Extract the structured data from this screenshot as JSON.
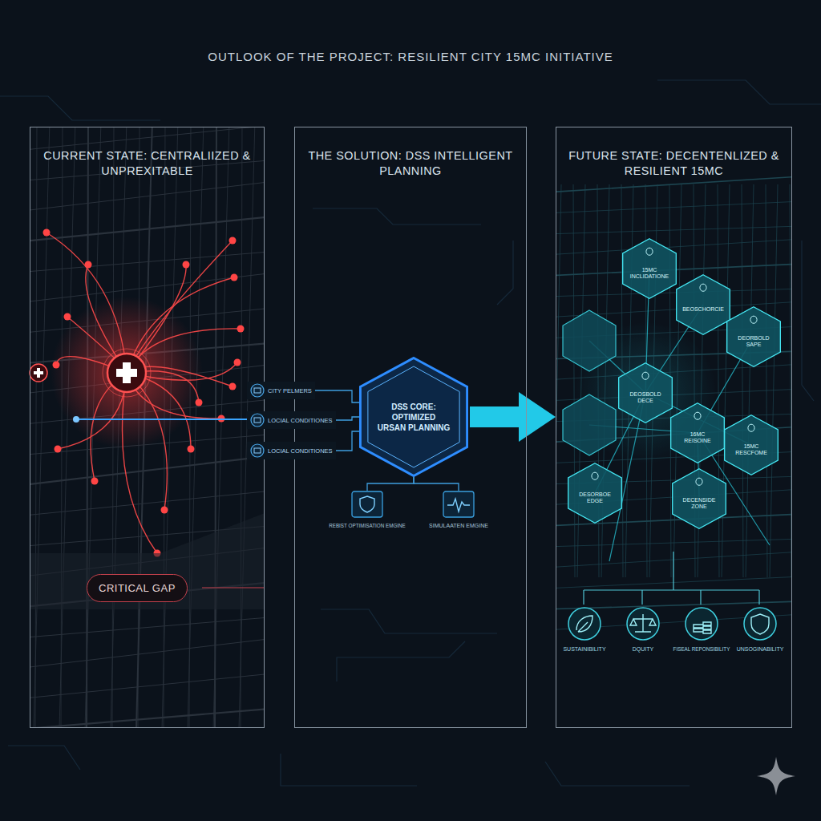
{
  "diagram": {
    "title": "OUTLOOK OF THE PROJECT: RESILIENT CITY 15MC INITIATIVE",
    "nodes": [
      {
        "text": [
          "CURRENT STATE: CENTRALIIZED & UNPREXITABLE"
        ]
      },
      {
        "text": [
          "THE SOLUTION: DSS INTELLIGENT PLANNING"
        ]
      },
      {
        "text": [
          "FUTURE STATE: DECENTENLIZED & RESILIENT 15MC"
        ]
      },
      {
        "text": [
          "CRITICAL GAP"
        ],
        "in": 0
      },
      {
        "text": [
          "CITY PELMERS"
        ]
      },
      {
        "text": [
          "LOCIAL CONDITIONES"
        ]
      },
      {
        "text": [
          "LOCIAL CONDITIONES"
        ]
      },
      {
        "text": [
          "DSS CORE: OPTIMIZED URSAN PLANNING"
        ],
        "in": 1
      },
      {
        "text": [
          "REBIST OPTIMISATION EMGINE"
        ],
        "in": 1
      },
      {
        "text": [
          "SIMULAATEN EMGINE"
        ],
        "in": 1
      },
      {
        "text": [
          "15MC INCLIDATIONE"
        ],
        "in": 2
      },
      {
        "text": [
          "BEOSCHORCIE"
        ],
        "in": 2
      },
      {
        "text": [
          "DEORBOLD SAPE"
        ],
        "in": 2
      },
      {
        "text": [
          "DEOSBOLD DECE"
        ],
        "in": 2
      },
      {
        "text": [
          "16MC REISOINE"
        ],
        "in": 2
      },
      {
        "text": [
          "15MC RESCFOME"
        ],
        "in": 2
      },
      {
        "text": [
          "DECENSIDE ZONE"
        ],
        "in": 2
      },
      {
        "text": [
          "DESORBOE EDGE"
        ],
        "in": 2
      },
      {
        "text": [
          "SUSTAINIBILITY"
        ],
        "in": 2
      },
      {
        "text": [
          "DQUITY"
        ],
        "in": 2
      },
      {
        "text": [
          "FISEAL REPONSIBILITY"
        ],
        "in": 2
      },
      {
        "text": [
          "UNSOGINABILITY"
        ],
        "in": 2
      }
    ],
    "edges": [
      {
        "from": 4,
        "to": 7,
        "arrow": "none"
      },
      {
        "from": 5,
        "to": 7,
        "arrow": "none"
      },
      {
        "from": 6,
        "to": 7,
        "arrow": "none"
      },
      {
        "from": 7,
        "to": 8,
        "arrow": "none"
      },
      {
        "from": 7,
        "to": 9,
        "arrow": "none"
      },
      {
        "from": 7,
        "to": 2,
        "arrow": "to"
      }
    ]
  }
}
